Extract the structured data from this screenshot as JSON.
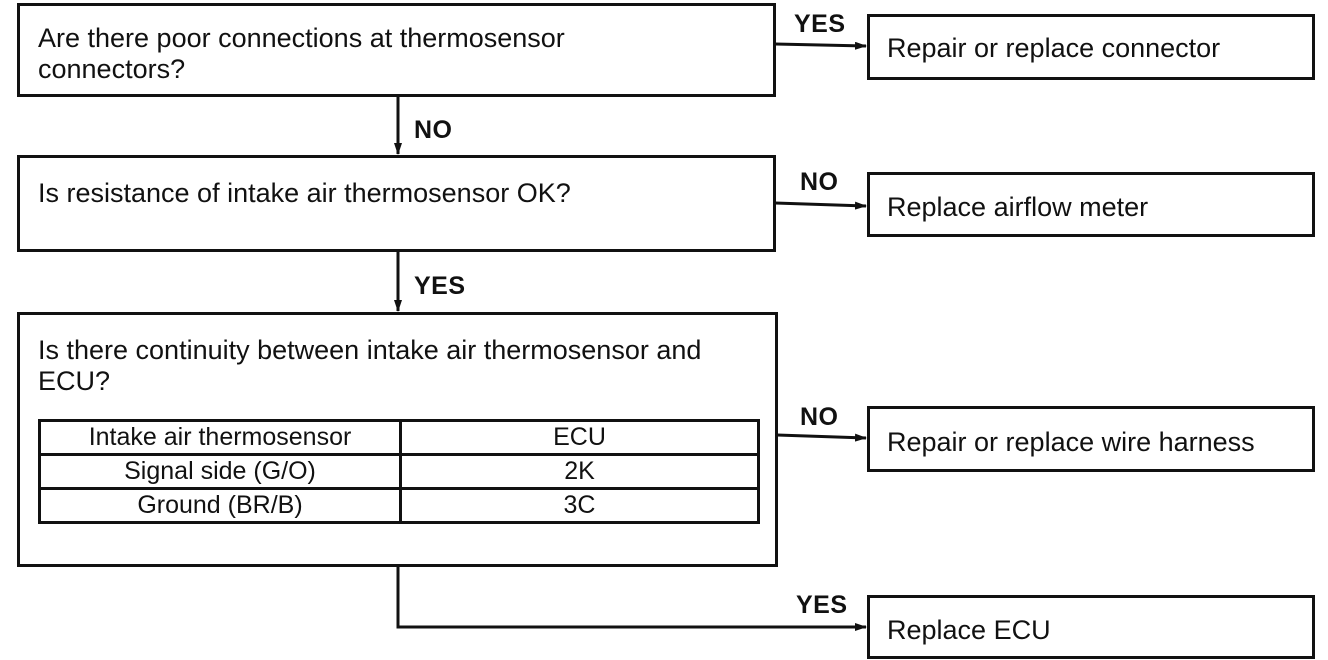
{
  "steps": [
    {
      "question": "Are there poor connections at thermosensor connectors?",
      "branch_label": "YES",
      "result": "Repair or replace connector",
      "next_label": "NO"
    },
    {
      "question": "Is resistance of intake air thermosensor OK?",
      "branch_label": "NO",
      "result": "Replace airflow meter",
      "next_label": "YES"
    },
    {
      "question": "Is there continuity between intake air thermosensor and ECU?",
      "branch_label": "NO",
      "result": "Repair or replace wire harness",
      "next_label": "YES"
    }
  ],
  "final_result": "Replace ECU",
  "table": {
    "header": [
      "Intake air thermosensor",
      "ECU"
    ],
    "rows": [
      [
        "Signal side (G/O)",
        "2K"
      ],
      [
        "Ground (BR/B)",
        "3C"
      ]
    ]
  }
}
